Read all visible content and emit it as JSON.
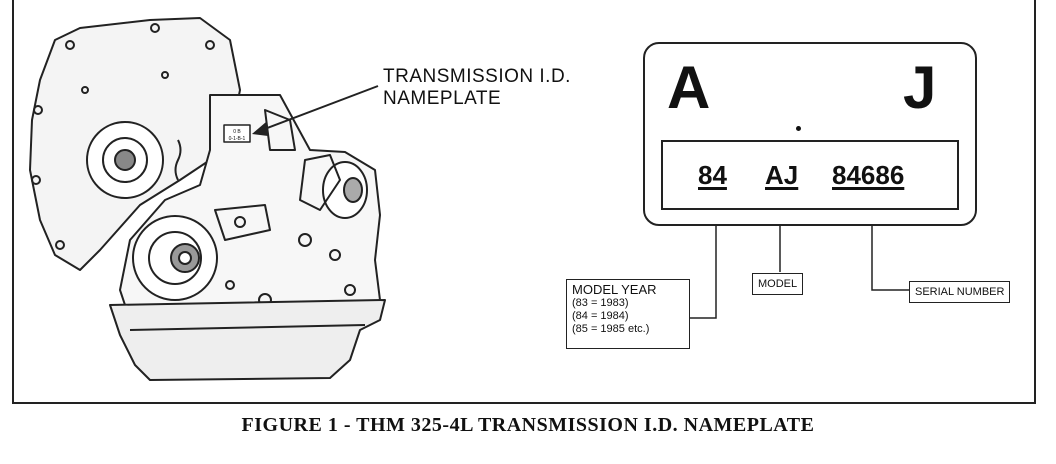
{
  "callout": {
    "line1": "TRANSMISSION I.D.",
    "line2": "NAMEPLATE"
  },
  "nameplate": {
    "letter_left": "A",
    "letter_right": "J",
    "year_code": "84",
    "model_code": "AJ",
    "serial_code": "84686"
  },
  "legend": {
    "model_year_title": "MODEL YEAR",
    "model_year_lines": [
      "(83 = 1983)",
      "(84 = 1984)",
      "(85 = 1985 etc.)"
    ],
    "model_label": "MODEL",
    "serial_label": "SERIAL NUMBER"
  },
  "caption": "FIGURE 1 - THM 325-4L TRANSMISSION I.D. NAMEPLATE",
  "illustration": {
    "subject": "transmission-drawing",
    "small_plate_text": [
      "0 B",
      "0-1-B-1"
    ]
  }
}
